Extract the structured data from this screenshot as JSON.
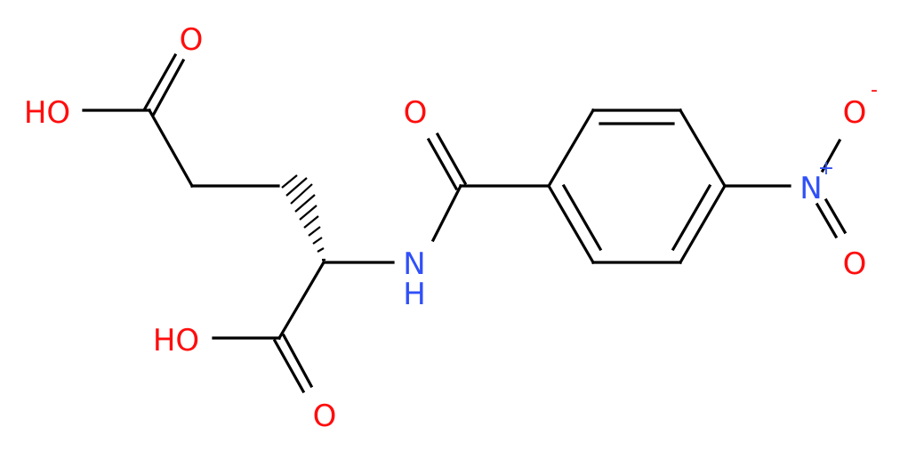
{
  "molecule": {
    "atoms": {
      "o_top": "O",
      "oh_top": "HO",
      "o_amide": "O",
      "nh": "N",
      "nh_h": "H",
      "n_nitro": "N",
      "n_nitro_charge": "+",
      "o_nitro_up": "O",
      "o_nitro_up_charge": "-",
      "o_nitro_down": "O",
      "oh_bottom": "HO",
      "o_bottom": "O"
    }
  },
  "colors": {
    "bond": "#000000",
    "oxygen": "#ff0d0d",
    "nitrogen": "#3050f8"
  }
}
